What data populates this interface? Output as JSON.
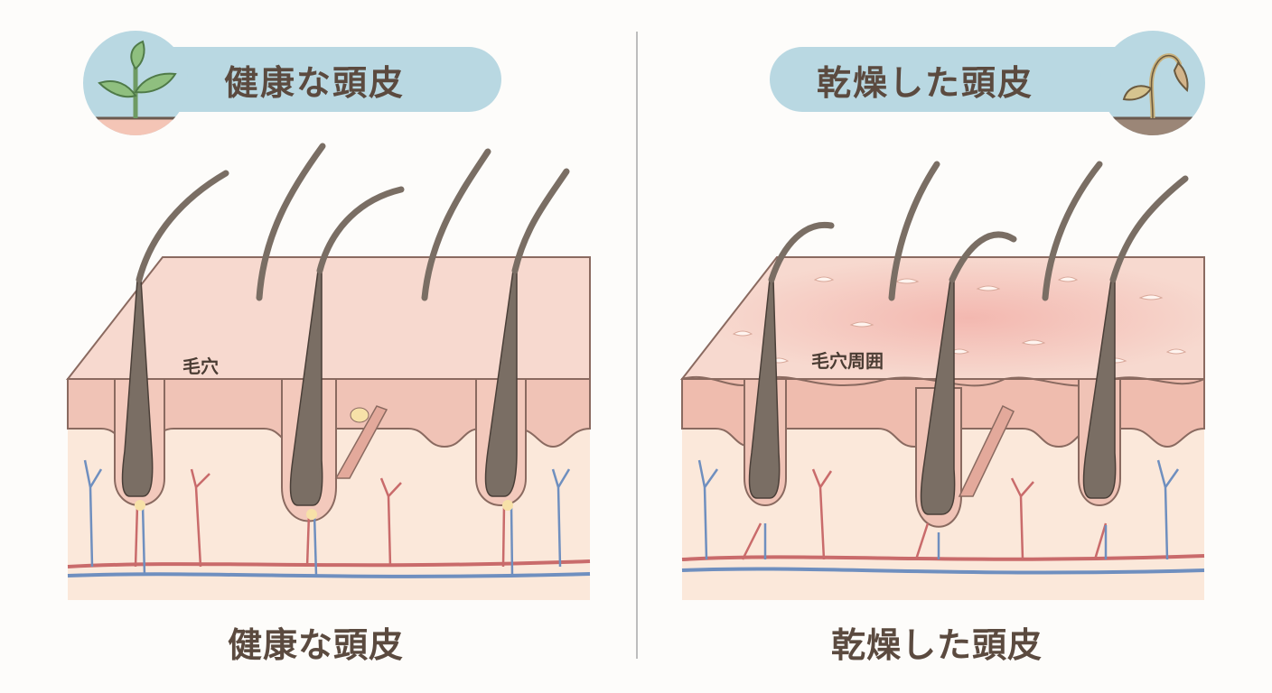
{
  "left": {
    "header_title": "健康な頭皮",
    "icon": "healthy-sprout-icon",
    "label": "毛穴",
    "caption": "健康な頭皮"
  },
  "right": {
    "header_title": "乾燥した頭皮",
    "icon": "wilted-plant-icon",
    "label": "毛穴周囲",
    "caption": "乾燥した頭皮"
  },
  "colors": {
    "header_bg": "#b9d8e2",
    "text": "#5b4a3f",
    "epidermis": "#f7d9cf",
    "dermis": "#f0c3b6",
    "subcutis": "#fbe8da",
    "hair": "#7a6e64",
    "artery": "#c96b6b",
    "vein": "#6f8fbf"
  }
}
